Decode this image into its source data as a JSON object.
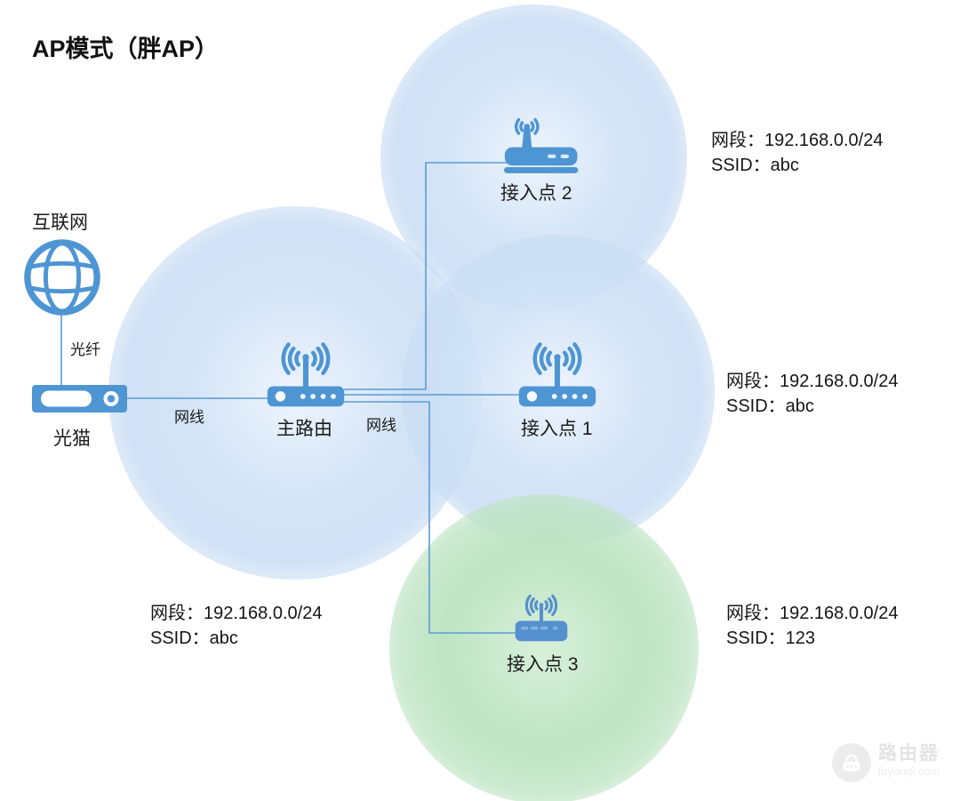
{
  "title": "AP模式（胖AP）",
  "internet": {
    "label": "互联网"
  },
  "links": {
    "fiber": "光纤",
    "lan_modem_router": "网线",
    "lan_router_aps": "网线"
  },
  "modem": {
    "label": "光猫"
  },
  "main_router": {
    "label": "主路由",
    "coverage": {
      "segment": "网段：192.168.0.0/24",
      "ssid": "SSID：abc"
    }
  },
  "access_points": [
    {
      "label": "接入点 1",
      "coverage": {
        "segment": "网段：192.168.0.0/24",
        "ssid": "SSID：abc"
      }
    },
    {
      "label": "接入点 2",
      "coverage": {
        "segment": "网段：192.168.0.0/24",
        "ssid": "SSID：abc"
      }
    },
    {
      "label": "接入点 3",
      "coverage": {
        "segment": "网段：192.168.0.0/24",
        "ssid": "SSID：123"
      }
    }
  ],
  "watermark": {
    "brand": "路由器",
    "site": "luyouqi.com"
  },
  "colors": {
    "device_blue": "#4E95D4",
    "wire_blue": "#5B9BD5",
    "coverage_blue": "#CDE0F5",
    "coverage_green": "#BEE4C3",
    "text": "#151515"
  }
}
